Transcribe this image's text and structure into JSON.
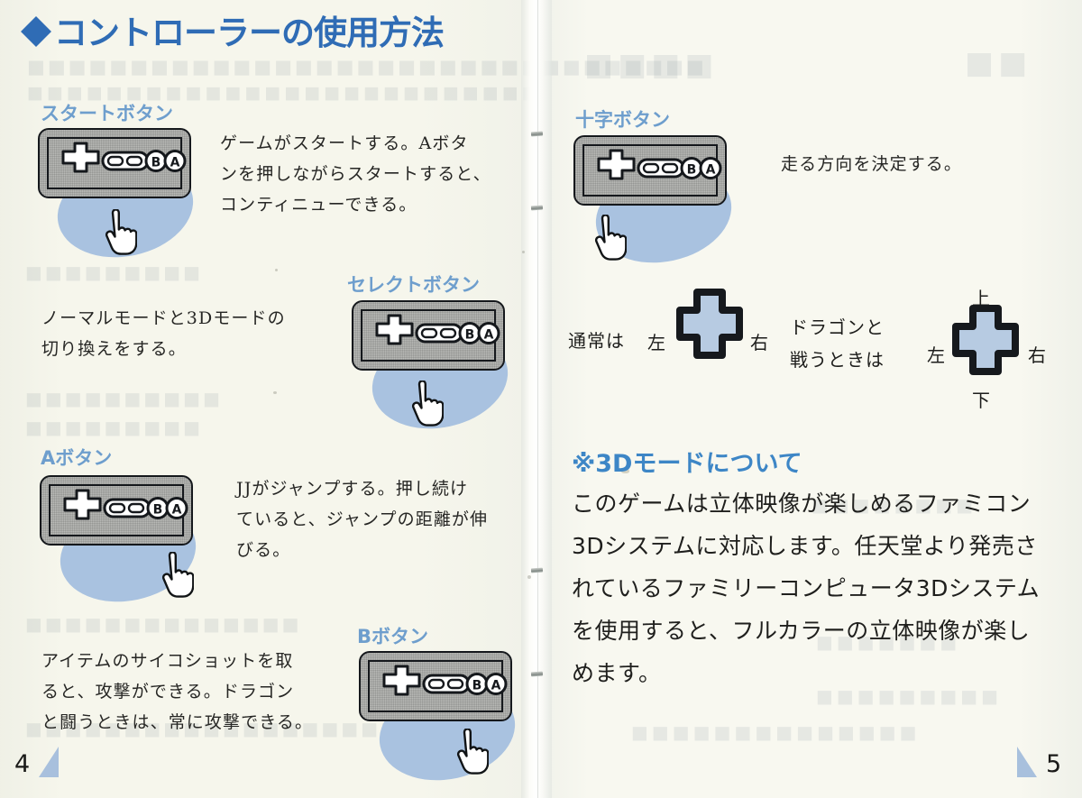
{
  "document": {
    "title": "◆コントローラーの使用方法",
    "title_text": "コントローラーの使用方法",
    "colors": {
      "heading_blue": "#2f6cb5",
      "label_blue": "#6e9ecd",
      "mode_heading_blue": "#3d86c6",
      "blob_blue": "#a9c2e0",
      "paper": "#f7f7ef",
      "ink": "#262624",
      "controller_grey": "#b9bab7"
    }
  },
  "left_page": {
    "folio": "4",
    "sections": [
      {
        "label": "スタートボタン",
        "body": "ゲームがスタートする。Aボタ\nンを押しながらスタートすると、\nコンティニューできる。",
        "controller_icon": "famicom-controller-icon",
        "hand_icon": "pointing-hand-icon"
      },
      {
        "label": "セレクトボタン",
        "body": "ノーマルモードと3Dモードの\n切り換えをする。",
        "controller_icon": "famicom-controller-icon",
        "hand_icon": "pointing-hand-icon"
      },
      {
        "label": "Aボタン",
        "body": "JJがジャンプする。押し続け\nていると、ジャンプの距離が伸\nびる。",
        "controller_icon": "famicom-controller-icon",
        "hand_icon": "pointing-hand-icon"
      },
      {
        "label": "Bボタン",
        "body": "アイテムのサイコショットを取\nると、攻撃ができる。ドラゴン\nと闘うときは、常に攻撃できる。",
        "controller_icon": "famicom-controller-icon",
        "hand_icon": "pointing-hand-icon"
      }
    ]
  },
  "right_page": {
    "folio": "5",
    "dpad_section": {
      "label": "十字ボタン",
      "body": "走る方向を決定する。",
      "controller_icon": "famicom-controller-icon",
      "hand_icon": "pointing-hand-icon",
      "normal": {
        "prefix": "通常は",
        "left": "左",
        "right": "右",
        "up": "",
        "down": ""
      },
      "dragon": {
        "prefix": "ドラゴンと\n戦うときは",
        "left": "左",
        "right": "右",
        "up": "上",
        "down": "下"
      }
    },
    "mode_section": {
      "heading": "※3Dモードについて",
      "body": "このゲームは立体映像が楽しめるファミコン3Dシステムに対応します。任天堂より発売されているファミリーコンピュータ3Dシステムを使用すると、フルカラーの立体映像が楽しめます。"
    }
  },
  "controller_glyphs": {
    "select": "⬭",
    "start": "⬭",
    "b_button": "Ⓑ",
    "a_button": "Ⓐ"
  }
}
